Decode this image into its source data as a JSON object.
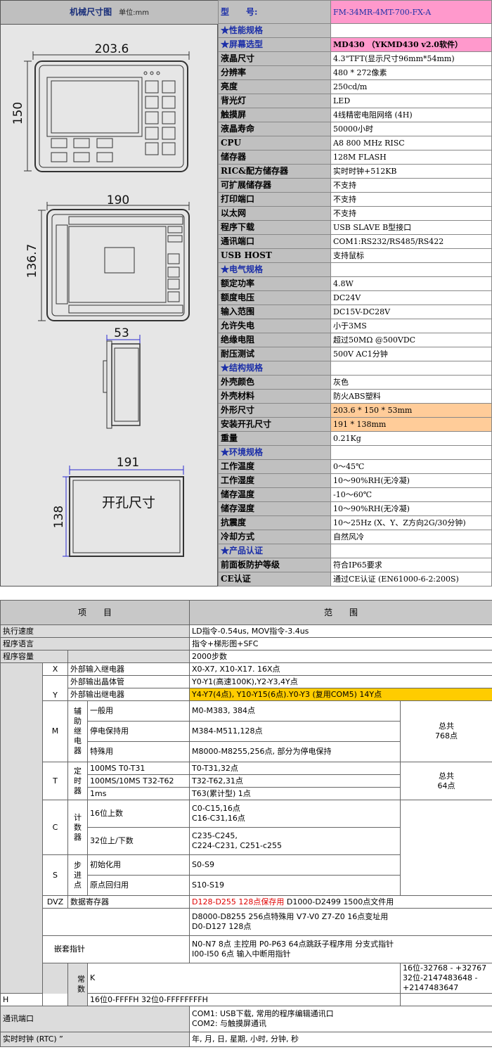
{
  "drawing": {
    "title": "机械尺寸图",
    "unit": "单位:mm",
    "front_width": "203.6",
    "front_height": "150",
    "back_width": "190",
    "back_height": "136.7",
    "side_depth": "53",
    "cutout_width": "191",
    "cutout_height": "138",
    "cutout_label": "开孔尺寸"
  },
  "spec": {
    "model_label": "型　　号:",
    "model_value": "FM-34MR-4MT-700-FX-A",
    "rows": [
      {
        "k": "★性能规格",
        "v": "",
        "cls": "cat"
      },
      {
        "k": "★屏幕选型",
        "v": "MD430 （YKMD430 v2.0软件）",
        "cls": "cat hlp"
      },
      {
        "k": "液晶尺寸",
        "v": "4.3\"TFT(显示尺寸96mm*54mm)",
        "cls": ""
      },
      {
        "k": "分辨率",
        "v": "480 * 272像素",
        "cls": ""
      },
      {
        "k": "亮度",
        "v": "250cd/m",
        "cls": ""
      },
      {
        "k": "背光灯",
        "v": "LED",
        "cls": ""
      },
      {
        "k": "触摸屏",
        "v": "4线精密电阻网络 (4H)",
        "cls": ""
      },
      {
        "k": "液晶寿命",
        "v": "50000小时",
        "cls": ""
      },
      {
        "k": "CPU",
        "v": "A8 800 MHz RISC",
        "cls": ""
      },
      {
        "k": "储存器",
        "v": "128M FLASH",
        "cls": ""
      },
      {
        "k": "RIC&配方储存器",
        "v": "实时时钟+512KB",
        "cls": ""
      },
      {
        "k": "可扩展储存器",
        "v": "不支持",
        "cls": ""
      },
      {
        "k": "打印端口",
        "v": "不支持",
        "cls": ""
      },
      {
        "k": "以太网",
        "v": "不支持",
        "cls": ""
      },
      {
        "k": "程序下载",
        "v": "USB SLAVE B型接口",
        "cls": ""
      },
      {
        "k": "通讯端口",
        "v": "COM1:RS232/RS485/RS422",
        "cls": ""
      },
      {
        "k": "USB HOST",
        "v": "支持鼠标",
        "cls": ""
      },
      {
        "k": "★电气规格",
        "v": "",
        "cls": "cat"
      },
      {
        "k": "额定功率",
        "v": "4.8W",
        "cls": ""
      },
      {
        "k": "额度电压",
        "v": "DC24V",
        "cls": ""
      },
      {
        "k": "输入范围",
        "v": "DC15V-DC28V",
        "cls": ""
      },
      {
        "k": "允许失电",
        "v": "小于3MS",
        "cls": ""
      },
      {
        "k": "绝缘电阻",
        "v": "超过50MΩ  @500VDC",
        "cls": ""
      },
      {
        "k": "耐压测试",
        "v": "500V AC1分钟",
        "cls": ""
      },
      {
        "k": "★结构规格",
        "v": "",
        "cls": "cat"
      },
      {
        "k": "外壳颜色",
        "v": "灰色",
        "cls": ""
      },
      {
        "k": "外壳材料",
        "v": "防火ABS塑料",
        "cls": ""
      },
      {
        "k": "外形尺寸",
        "v": "203.6 * 150 * 53mm",
        "cls": "hlo"
      },
      {
        "k": "安装开孔尺寸",
        "v": "191 * 138mm",
        "cls": "hlo"
      },
      {
        "k": "重量",
        "v": "0.21Kg",
        "cls": ""
      },
      {
        "k": "★环境规格",
        "v": "",
        "cls": "cat"
      },
      {
        "k": "工作温度",
        "v": "0～45℃",
        "cls": ""
      },
      {
        "k": "工作湿度",
        "v": "10～90%RH(无冷凝)",
        "cls": ""
      },
      {
        "k": "储存温度",
        "v": "-10～60℃",
        "cls": ""
      },
      {
        "k": "储存湿度",
        "v": "10～90%RH(无冷凝)",
        "cls": ""
      },
      {
        "k": "抗震度",
        "v": "10～25Hz (X、Y、Z方向2G/30分钟)",
        "cls": ""
      },
      {
        "k": "冷却方式",
        "v": "自然风冷",
        "cls": ""
      },
      {
        "k": "★产品认证",
        "v": "",
        "cls": "cat"
      },
      {
        "k": "前面板防护等级",
        "v": "符合IP65要求",
        "cls": ""
      },
      {
        "k": "CE认证",
        "v": "通过CE认证 (EN61000-6-2:200S)",
        "cls": ""
      }
    ]
  },
  "plc": {
    "header_item": "项　　目",
    "header_range": "范　　围",
    "exec_speed": "执行速度",
    "exec_speed_v": "LD指令-0.54us, MOV指令-3.4us",
    "prog_lang": "程序语言",
    "prog_lang_v": "指令+梯形图+SFC",
    "prog_cap": "程序容量",
    "prog_cap_v": "2000步数",
    "x": "X",
    "x_label": "外部输入继电器",
    "x_v": "X0-X7, X10-X17.    16X点",
    "y": "Y",
    "y_transistor": "外部输出晶体管",
    "y_transistor_v": "Y0-Y1(高速100K),Y2-Y3,4Y点",
    "y_relay": "外部输出继电器",
    "y_relay_v": "Y4-Y7(4点), Y10-Y15(6点).Y0-Y3 (复用COM5) 14Y点",
    "m": "M",
    "m_aux": "辅助继电器",
    "m_general": "一般用",
    "m_general_v": "M0-M383, 384点",
    "m_latch": "停电保持用",
    "m_latch_v": "M384-M511,128点",
    "m_special": "特殊用",
    "m_special_v": "M8000-M8255,256点, 部分为停电保持",
    "m_total": "总共768点",
    "t": "T",
    "t_timer": "定时器",
    "t_100": "100MS T0-T31",
    "t_100_v": "T0-T31,32点",
    "t_10": "100MS/10MS T32-T62",
    "t_10_v": "T32-T62,31点",
    "t_1": "1ms",
    "t_1_v": "T63(累计型) 1点",
    "t_total": "总共64点",
    "c": "C",
    "c_counter": "计数器",
    "c_16": "16位上数",
    "c_16_v1": "C0-C15,16点",
    "c_16_v2": "C16-C31,16点",
    "c_32": "32位上/下数",
    "c_32_v1": "C235-C245,",
    "c_32_v2": "C224-C231, C251-c255",
    "s": "S",
    "s_step": "步进点",
    "s_init": "初始化用",
    "s_init_v": "S0-S9",
    "s_home": "原点回归用",
    "s_home_v": "S10-S19",
    "dvz": "DVZ",
    "dvz_label": "数据寄存器",
    "dvz_v_red": "D128-D255 128点保存用",
    "dvz_v_rest": " D1000-D2499 1500点文件用",
    "dvz_v2_1": "D8000-D8255 256点特殊用  V7-V0 Z7-Z0 16点变址用",
    "dvz_v2_2": "D0-D127 128点",
    "nest": "嵌套指针",
    "nest_v1": "N0-N7 8点 主控用  P0-P63 64点跳跃子程序用  分支式指针",
    "nest_v2": "I00-I50 6点  输入中断用指针",
    "const": "常数",
    "const_k": "K",
    "const_k_v1": "16位-32768 - +32767",
    "const_k_v2": "32位-2147483648 - +2147483647",
    "const_h": "H",
    "const_h_v": "16位0-FFFFH 32位0-FFFFFFFFH",
    "comm": "通讯端口",
    "comm_v1": "COM1: USB下载, 常用的程序编辑通讯口",
    "comm_v2": "COM2: 与触摸屏通讯",
    "rtc": "实时时钟 (RTC) ”",
    "rtc_v": "年, 月, 日, 星期, 小时, 分钟, 秒"
  }
}
